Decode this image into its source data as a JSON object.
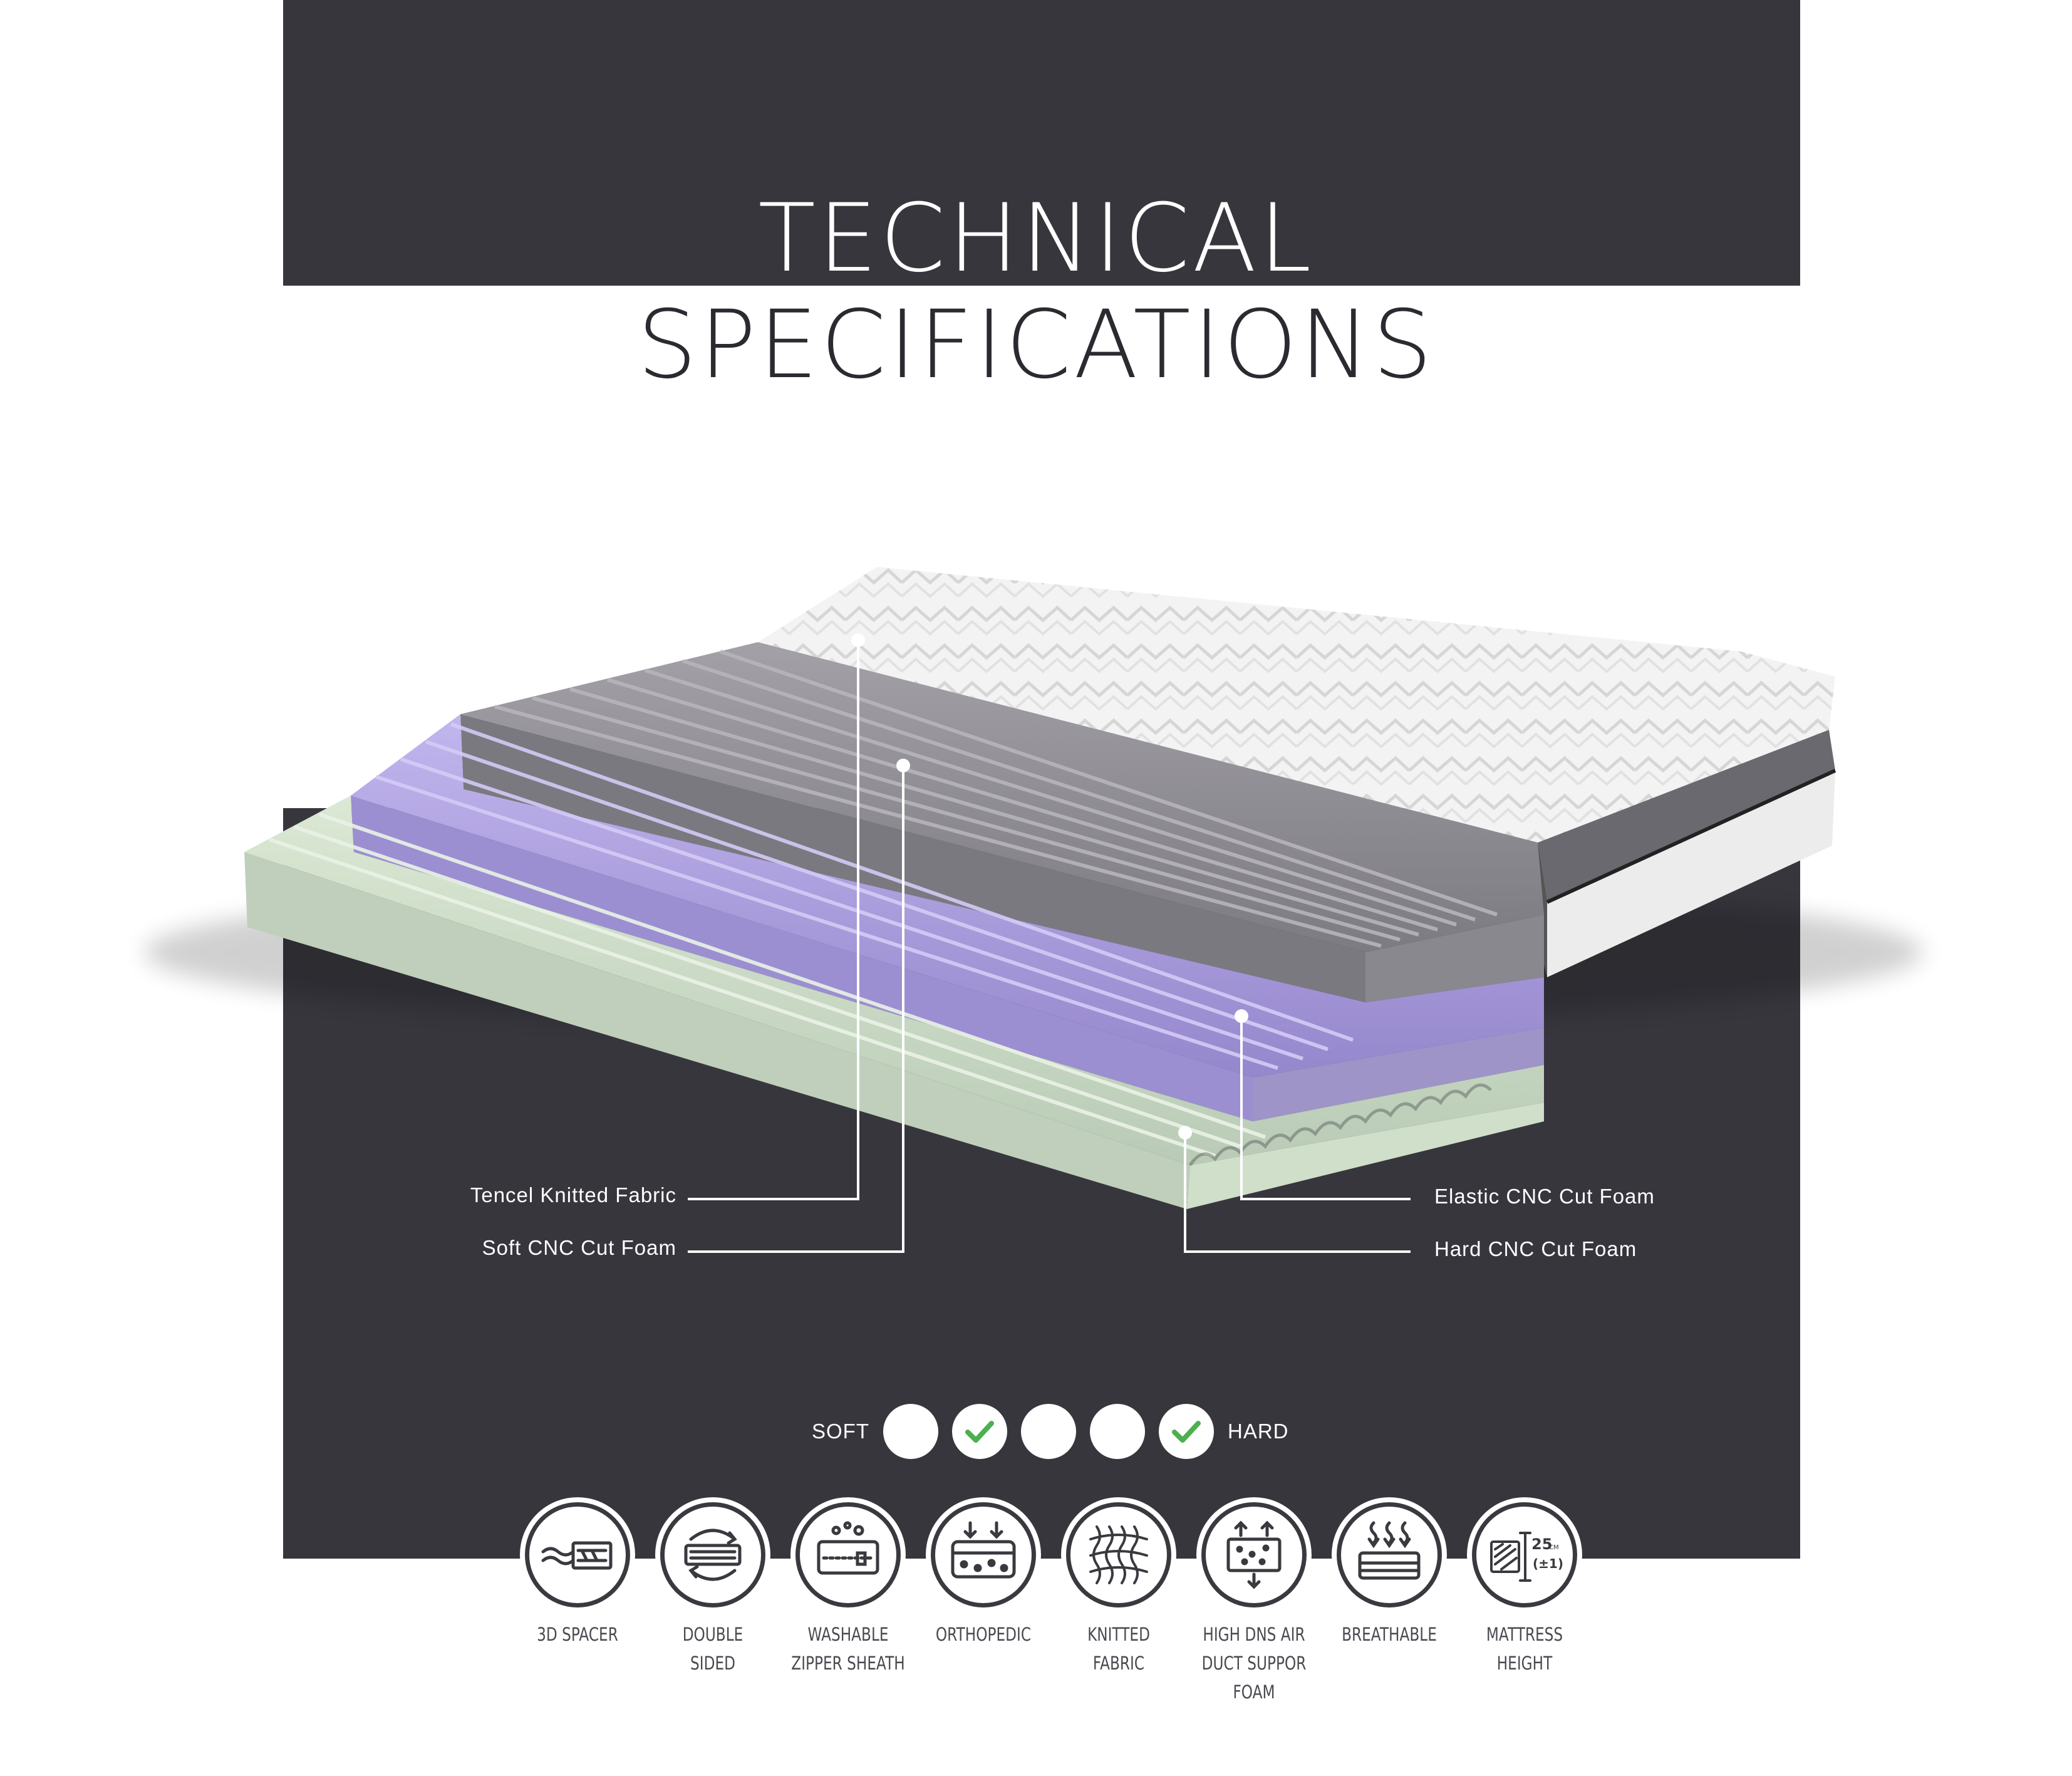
{
  "title": {
    "line1": "TECHNICAL",
    "line2": "SPECIFICATIONS"
  },
  "callouts": {
    "tencel": "Tencel Knitted Fabric",
    "soft_foam": "Soft CNC Cut Foam",
    "elastic_foam": "Elastic CNC Cut Foam",
    "hard_foam": "Hard CNC Cut Foam"
  },
  "firmness": {
    "soft_label": "SOFT",
    "hard_label": "HARD",
    "levels": 5,
    "checked_levels": [
      2,
      5
    ]
  },
  "features": [
    {
      "icon": "3d-spacer-icon",
      "label": "3D SPACER"
    },
    {
      "icon": "double-sided-icon",
      "label": "DOUBLE\nSIDED"
    },
    {
      "icon": "washable-zipper-icon",
      "label": "WASHABLE\nZIPPER SHEATH"
    },
    {
      "icon": "orthopedic-icon",
      "label": "ORTHOPEDIC"
    },
    {
      "icon": "knitted-fabric-icon",
      "label": "KNITTED\nFABRIC"
    },
    {
      "icon": "air-duct-foam-icon",
      "label": "HIGH DNS AIR\nDUCT SUPPOR\nFOAM"
    },
    {
      "icon": "breathable-icon",
      "label": "BREATHABLE"
    },
    {
      "icon": "mattress-height-icon",
      "label": "MATTRESS\nHEIGHT",
      "badge_value": "25",
      "badge_unit": "CM",
      "badge_tolerance": "(±1)"
    }
  ],
  "colors": {
    "panel": "#37363d",
    "title_dark": "#2b2a30",
    "check": "#4caf50",
    "layer_gray": "#8c8a90",
    "layer_purple": "#a89ad8",
    "layer_green": "#c8dcc4"
  }
}
